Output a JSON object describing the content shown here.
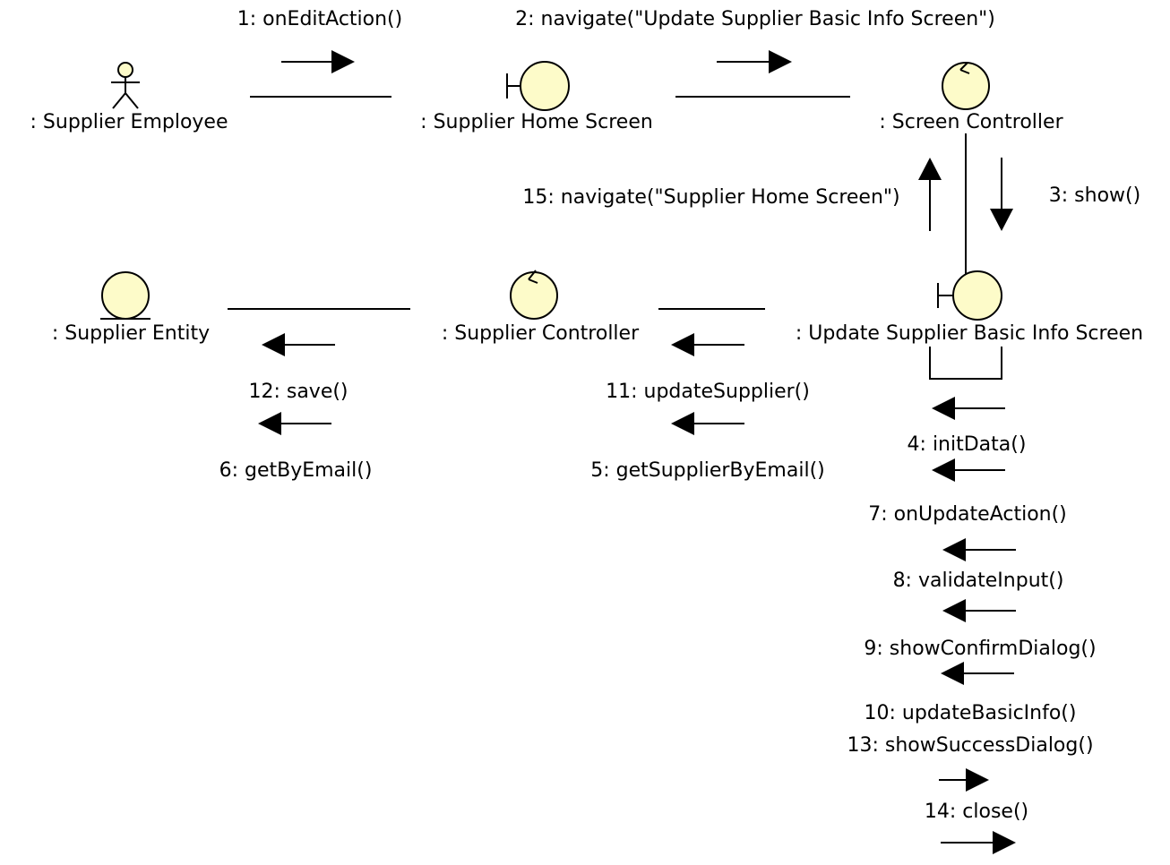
{
  "diagram": {
    "kind": "UML communication diagram",
    "colors": {
      "symbol_fill": "#fdfbc9",
      "stroke": "#000000",
      "text": "#000000",
      "background": "#ffffff"
    },
    "objects": [
      {
        "id": "supplier-employee",
        "label": ": Supplier Employee",
        "stereotype": "actor"
      },
      {
        "id": "supplier-home-screen",
        "label": ": Supplier Home Screen",
        "stereotype": "boundary"
      },
      {
        "id": "screen-controller",
        "label": ": Screen Controller",
        "stereotype": "control"
      },
      {
        "id": "update-supplier-basic-info-screen",
        "label": ": Update Supplier Basic Info Screen",
        "stereotype": "boundary"
      },
      {
        "id": "supplier-controller",
        "label": ": Supplier Controller",
        "stereotype": "control"
      },
      {
        "id": "supplier-entity",
        "label": ": Supplier Entity",
        "stereotype": "entity"
      }
    ],
    "links": [
      {
        "from": "supplier-employee",
        "to": "supplier-home-screen"
      },
      {
        "from": "supplier-home-screen",
        "to": "screen-controller"
      },
      {
        "from": "screen-controller",
        "to": "update-supplier-basic-info-screen"
      },
      {
        "from": "update-supplier-basic-info-screen",
        "to": "supplier-controller"
      },
      {
        "from": "supplier-controller",
        "to": "supplier-entity"
      },
      {
        "from": "update-supplier-basic-info-screen",
        "to": "update-supplier-basic-info-screen"
      }
    ],
    "messages": [
      {
        "seq": 1,
        "label": "1: onEditAction()",
        "direction": "right"
      },
      {
        "seq": 2,
        "label": "2: navigate(\"Update Supplier Basic Info Screen\")",
        "direction": "right"
      },
      {
        "seq": 3,
        "label": "3: show()",
        "direction": "down"
      },
      {
        "seq": 4,
        "label": "4: initData()",
        "direction": "left"
      },
      {
        "seq": 5,
        "label": "5: getSupplierByEmail()",
        "direction": "left"
      },
      {
        "seq": 6,
        "label": "6: getByEmail()",
        "direction": "left"
      },
      {
        "seq": 7,
        "label": "7: onUpdateAction()",
        "direction": "left"
      },
      {
        "seq": 8,
        "label": "8: validateInput()",
        "direction": "left"
      },
      {
        "seq": 9,
        "label": "9: showConfirmDialog()",
        "direction": "left"
      },
      {
        "seq": 10,
        "label": "10: updateBasicInfo()",
        "direction": "left"
      },
      {
        "seq": 11,
        "label": "11: updateSupplier()",
        "direction": "left"
      },
      {
        "seq": 12,
        "label": "12: save()",
        "direction": "left"
      },
      {
        "seq": 13,
        "label": "13: showSuccessDialog()",
        "direction": "right"
      },
      {
        "seq": 14,
        "label": "14: close()",
        "direction": "right"
      },
      {
        "seq": 15,
        "label": "15: navigate(\"Supplier Home Screen\")",
        "direction": "up"
      }
    ]
  }
}
